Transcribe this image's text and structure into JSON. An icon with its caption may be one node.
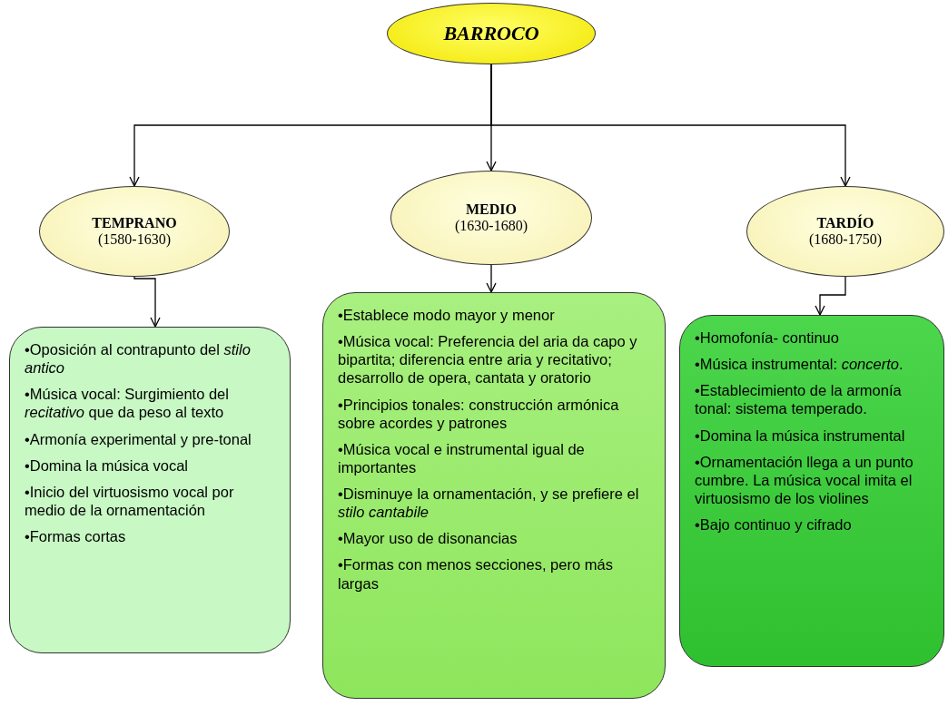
{
  "diagram": {
    "nodes": [
      {
        "text": [
          "BARROCO"
        ]
      },
      {
        "text": [
          "TEMPRANO",
          "(1580-1630)"
        ]
      },
      {
        "text": [
          "MEDIO",
          "(1630-1680)"
        ]
      },
      {
        "text": [
          "TARDÍO",
          "(1680-1750)"
        ]
      },
      {
        "text": [
          "•Oposición al contrapunto del *stilo antico*",
          "•Música vocal: Surgimiento del *recitativo* que da peso al texto",
          "•Armonía experimental y pre-tonal",
          "•Domina la música vocal",
          "•Inicio del virtuosismo vocal por medio de la ornamentación",
          "•Formas cortas"
        ]
      },
      {
        "text": [
          "•Establece modo mayor y menor",
          "•Música vocal: Preferencia del aria da capo y bipartita; diferencia entre aria y recitativo; desarrollo de opera, cantata y oratorio",
          "•Principios tonales: construcción armónica sobre acordes y patrones",
          "•Música vocal e instrumental igual de importantes",
          "•Disminuye la ornamentación, y se prefiere el *stilo cantabile*",
          "•Mayor uso de disonancias",
          "•Formas con menos secciones, pero más largas"
        ]
      },
      {
        "text": [
          "•Homofonía- continuo",
          "•Música instrumental: *concerto*.",
          "•Establecimiento de la armonía tonal: sistema temperado.",
          "•Domina la música instrumental",
          "•Ornamentación llega a un punto cumbre. La música vocal imita el virtuosismo de los violines",
          "•Bajo continuo y cifrado"
        ]
      }
    ],
    "edges": [
      {
        "from": 0,
        "to": 1,
        "arrow": "to"
      },
      {
        "from": 0,
        "to": 2,
        "arrow": "to"
      },
      {
        "from": 0,
        "to": 3,
        "arrow": "to"
      },
      {
        "from": 1,
        "to": 4,
        "arrow": "to"
      },
      {
        "from": 2,
        "to": 5,
        "arrow": "to"
      },
      {
        "from": 3,
        "to": 6,
        "arrow": "to"
      }
    ]
  }
}
